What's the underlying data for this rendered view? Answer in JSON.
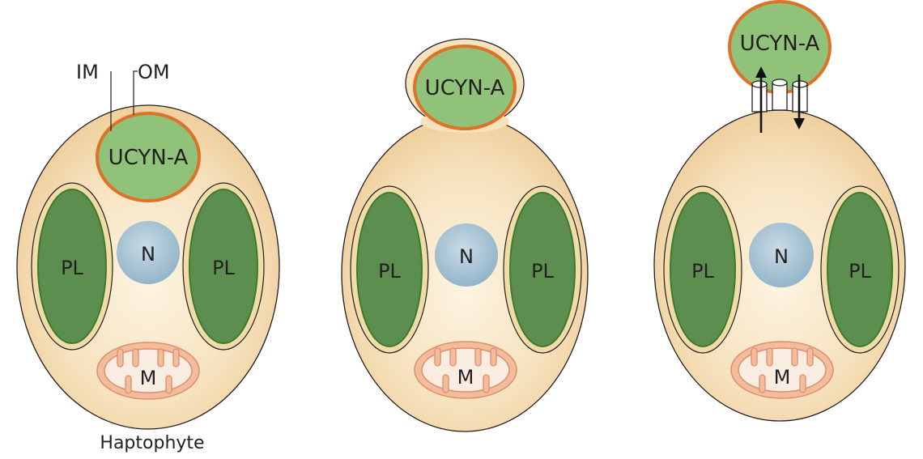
{
  "panels": [
    {
      "symbiont_label": "UCYN-A",
      "plastid_left_label": "PL",
      "plastid_right_label": "PL",
      "nucleus_label": "N",
      "mitochondrion_label": "M",
      "inner_membrane_label": "IM",
      "outer_membrane_label": "OM",
      "caption": "Haptophyte"
    },
    {
      "symbiont_label": "UCYN-A",
      "plastid_left_label": "PL",
      "plastid_right_label": "PL",
      "nucleus_label": "N",
      "mitochondrion_label": "M"
    },
    {
      "symbiont_label": "UCYN-A",
      "plastid_left_label": "PL",
      "plastid_right_label": "PL",
      "nucleus_label": "N",
      "mitochondrion_label": "M"
    }
  ],
  "colors": {
    "cytoplasm": "#f6e1bc",
    "plastid": "#5c8f4f",
    "symbiont": "#90c27a",
    "symbiont_membrane": "#dd7228",
    "nucleus": "#a7c4d5",
    "mitochondrion": "#f3bd9c"
  }
}
